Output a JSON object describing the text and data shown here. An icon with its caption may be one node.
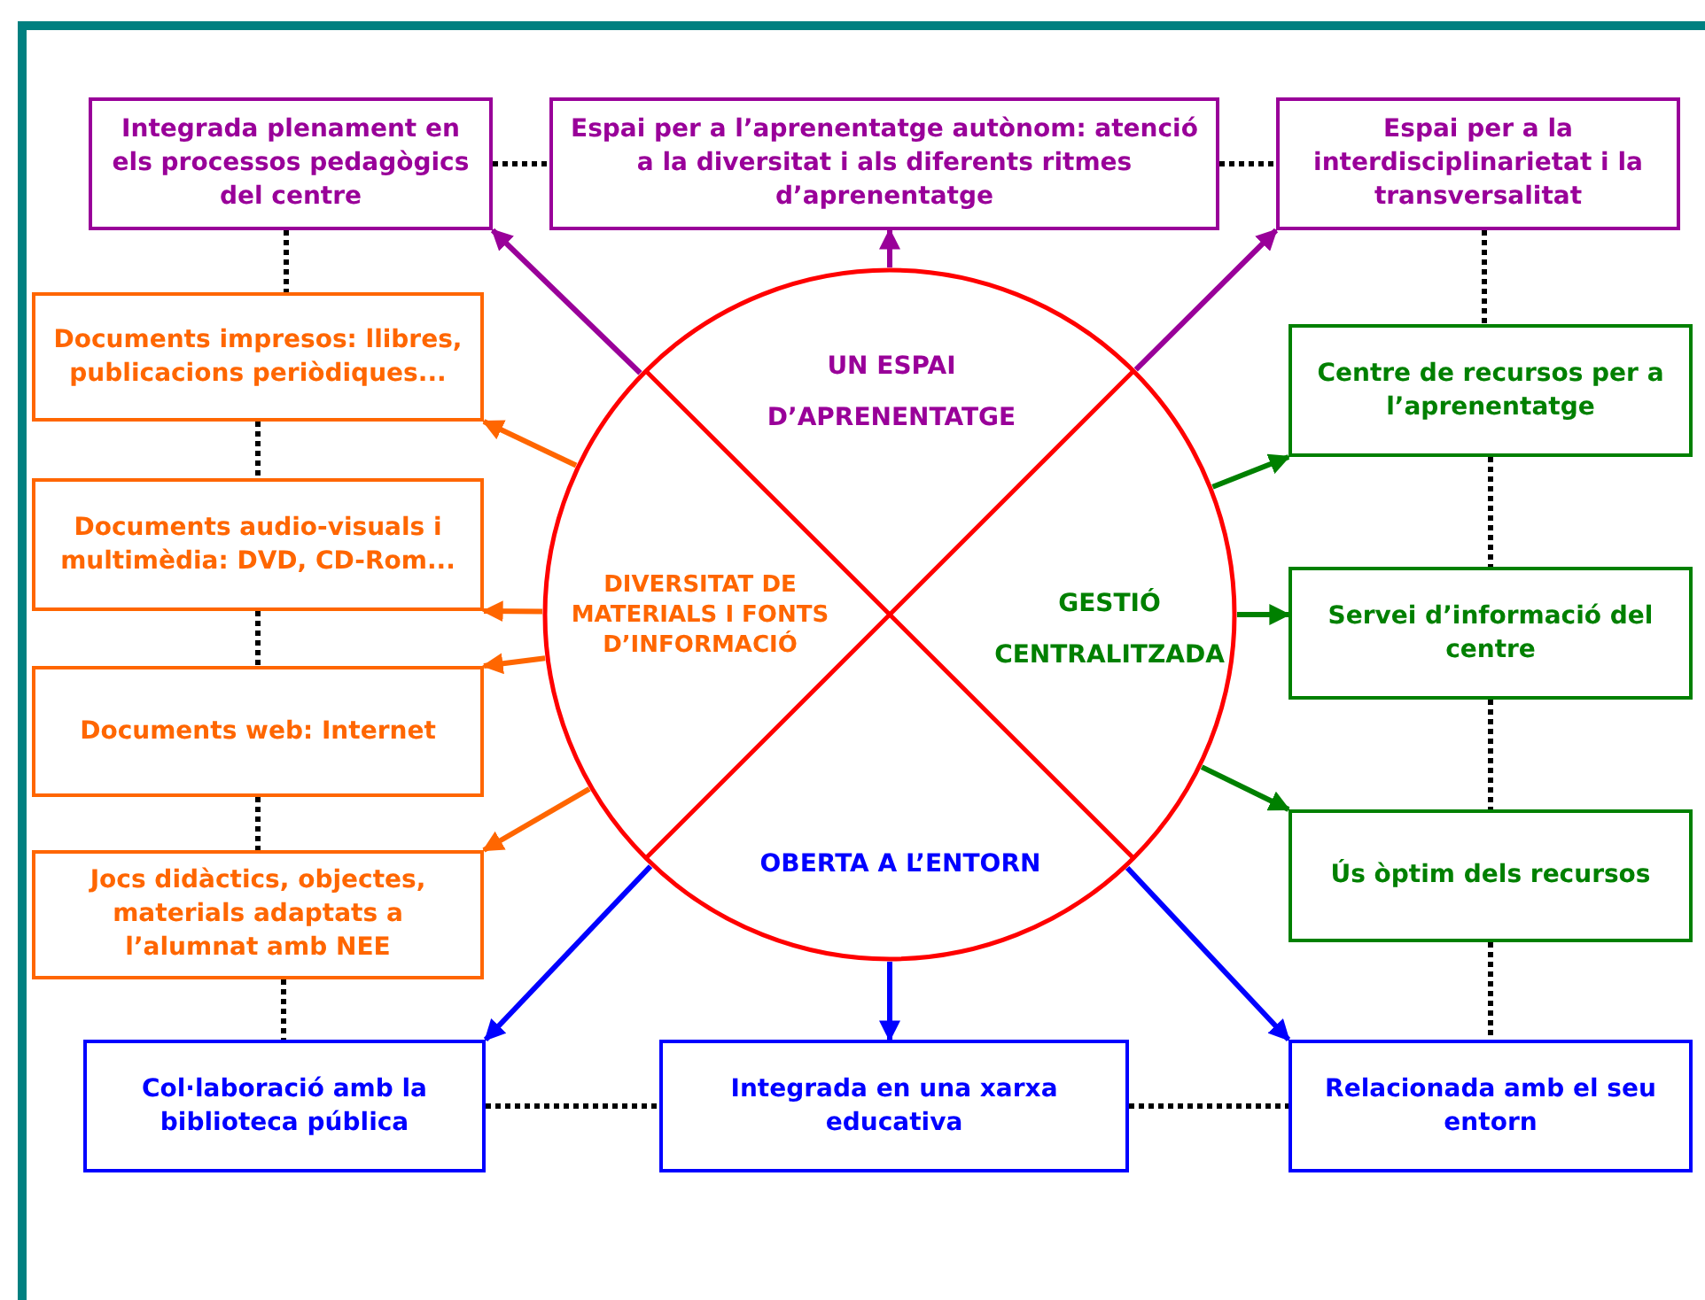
{
  "diagram": {
    "nodes": [
      {
        "text": [
          "Integrada plenament en els processos pedagògics del centre"
        ]
      },
      {
        "text": [
          "Espai per a l’aprenentatge autònom: atenció a la diversitat i als diferents ritmes d’aprenentatge"
        ]
      },
      {
        "text": [
          "Espai per a la interdisciplinarietat i la transversalitat"
        ]
      },
      {
        "text": [],
        "shape": "circle"
      },
      {
        "text": [
          "UN ESPAI D’APRENENTATGE"
        ],
        "in": 3
      },
      {
        "text": [
          "DIVERSITAT DE MATERIALS I FONTS D’INFORMACIÓ"
        ],
        "in": 3
      },
      {
        "text": [
          "GESTIÓ CENTRALITZADA"
        ],
        "in": 3
      },
      {
        "text": [
          "OBERTA A L’ENTORN"
        ],
        "in": 3
      },
      {
        "text": [
          "Documents impresos: llibres, publicacions periòdiques..."
        ]
      },
      {
        "text": [
          "Documents audio-visuals i multimèdia: DVD, CD-Rom..."
        ]
      },
      {
        "text": [
          "Documents web: Internet"
        ]
      },
      {
        "text": [
          "Jocs didàctics, objectes, materials adaptats a l’alumnat amb NEE"
        ]
      },
      {
        "text": [
          "Centre de recursos per a l’aprenentatge"
        ]
      },
      {
        "text": [
          "Servei d’informació del centre"
        ]
      },
      {
        "text": [
          "Ús òptim dels recursos"
        ]
      },
      {
        "text": [
          "Col·laboració amb la biblioteca pública"
        ]
      },
      {
        "text": [
          "Integrada en una xarxa educativa"
        ]
      },
      {
        "text": [
          "Relacionada amb el seu entorn"
        ]
      }
    ],
    "edges": [
      {
        "from": 3,
        "to": 0,
        "arrow": "to",
        "color": "#990099"
      },
      {
        "from": 3,
        "to": 1,
        "arrow": "to",
        "color": "#990099"
      },
      {
        "from": 3,
        "to": 2,
        "arrow": "to",
        "color": "#990099"
      },
      {
        "from": 3,
        "to": 8,
        "arrow": "to",
        "color": "#ff6600"
      },
      {
        "from": 3,
        "to": 9,
        "arrow": "to",
        "color": "#ff6600"
      },
      {
        "from": 3,
        "to": 10,
        "arrow": "to",
        "color": "#ff6600"
      },
      {
        "from": 3,
        "to": 11,
        "arrow": "to",
        "color": "#ff6600"
      },
      {
        "from": 3,
        "to": 12,
        "arrow": "to",
        "color": "#008000"
      },
      {
        "from": 3,
        "to": 13,
        "arrow": "to",
        "color": "#008000"
      },
      {
        "from": 3,
        "to": 14,
        "arrow": "to",
        "color": "#008000"
      },
      {
        "from": 3,
        "to": 15,
        "arrow": "to",
        "color": "#0000ff"
      },
      {
        "from": 3,
        "to": 16,
        "arrow": "to",
        "color": "#0000ff"
      },
      {
        "from": 3,
        "to": 17,
        "arrow": "to",
        "color": "#0000ff"
      },
      {
        "from": 0,
        "to": 1,
        "arrow": "none",
        "style": "dashed"
      },
      {
        "from": 1,
        "to": 2,
        "arrow": "none",
        "style": "dashed"
      },
      {
        "from": 0,
        "to": 8,
        "arrow": "none",
        "style": "dashed"
      },
      {
        "from": 8,
        "to": 9,
        "arrow": "none",
        "style": "dashed"
      },
      {
        "from": 9,
        "to": 10,
        "arrow": "none",
        "style": "dashed"
      },
      {
        "from": 10,
        "to": 11,
        "arrow": "none",
        "style": "dashed"
      },
      {
        "from": 11,
        "to": 15,
        "arrow": "none",
        "style": "dashed"
      },
      {
        "from": 2,
        "to": 12,
        "arrow": "none",
        "style": "dashed"
      },
      {
        "from": 12,
        "to": 13,
        "arrow": "none",
        "style": "dashed"
      },
      {
        "from": 13,
        "to": 14,
        "arrow": "none",
        "style": "dashed"
      },
      {
        "from": 14,
        "to": 17,
        "arrow": "none",
        "style": "dashed"
      },
      {
        "from": 15,
        "to": 16,
        "arrow": "none",
        "style": "dashed"
      },
      {
        "from": 16,
        "to": 17,
        "arrow": "none",
        "style": "dashed"
      }
    ]
  }
}
